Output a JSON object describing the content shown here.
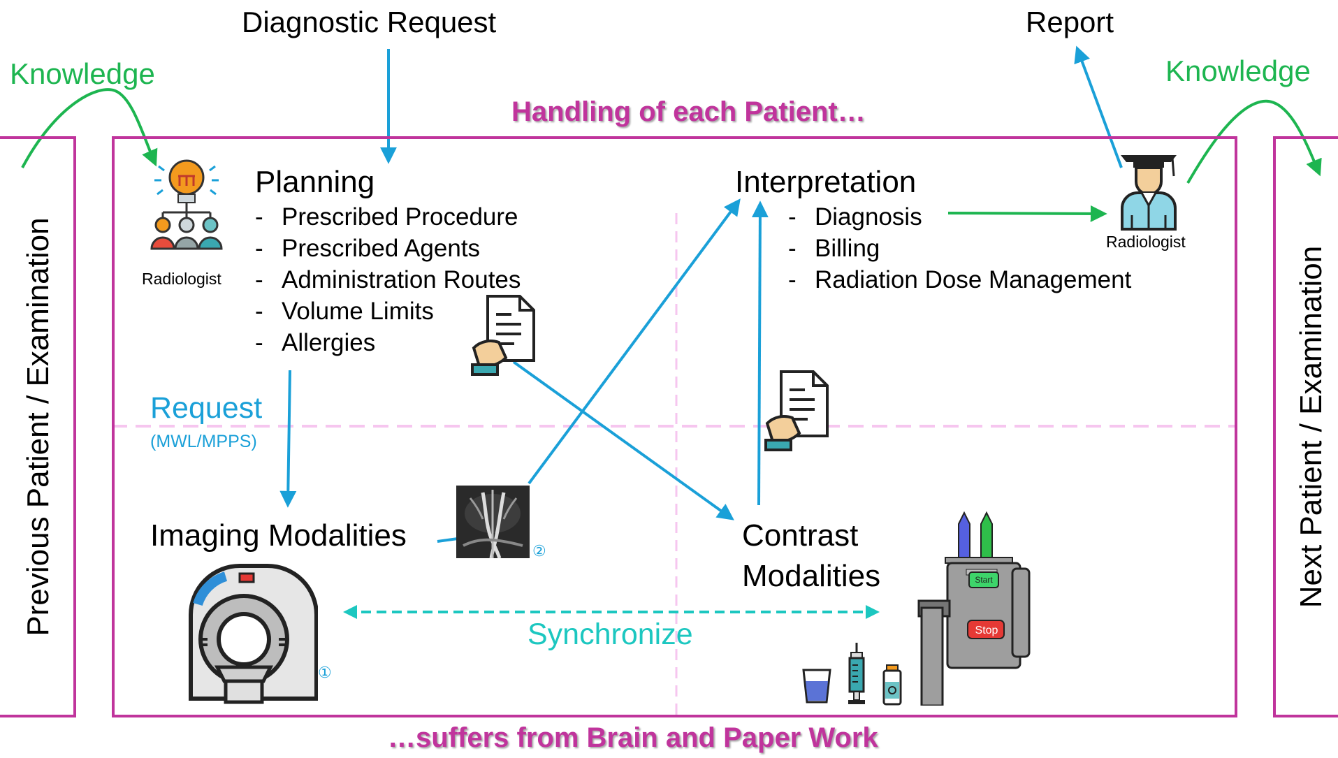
{
  "top": {
    "diagnostic_request": "Diagnostic Request",
    "report": "Report",
    "knowledge_left": "Knowledge",
    "knowledge_right": "Knowledge",
    "handling_title": "Handling of each Patient…",
    "footer": "…suffers from Brain and Paper Work"
  },
  "side": {
    "previous": "Previous Patient / Examination",
    "next": "Next Patient / Examination"
  },
  "planning": {
    "title": "Planning",
    "items": [
      "Prescribed Procedure",
      "Prescribed Agents",
      "Administration Routes",
      "Volume Limits",
      "Allergies"
    ],
    "radiologist_label": "Radiologist"
  },
  "interpretation": {
    "title": "Interpretation",
    "items": [
      "Diagnosis",
      "Billing",
      "Radiation Dose Management"
    ],
    "radiologist_label": "Radiologist"
  },
  "request": {
    "label": "Request",
    "sub": "(MWL/MPPS)"
  },
  "imaging": {
    "title": "Imaging Modalities",
    "marker_1": "①",
    "marker_2": "②"
  },
  "contrast": {
    "title_line1": "Contrast",
    "title_line2": "Modalities",
    "start": "Start",
    "stop": "Stop"
  },
  "synchronize": "Synchronize",
  "colors": {
    "frame": "#c0349c",
    "arrow_blue": "#1aa0d8",
    "arrow_green": "#1db550",
    "sync": "#1cc7c0",
    "grid_dash": "#f6c6ef"
  },
  "icons": [
    "lightbulb-team-icon",
    "graduate-radiologist-icon",
    "document-hand-icon",
    "angiogram-image",
    "ct-scanner-icon",
    "contrast-injector-icon",
    "cup-icon",
    "syringe-icon",
    "vial-icon"
  ]
}
